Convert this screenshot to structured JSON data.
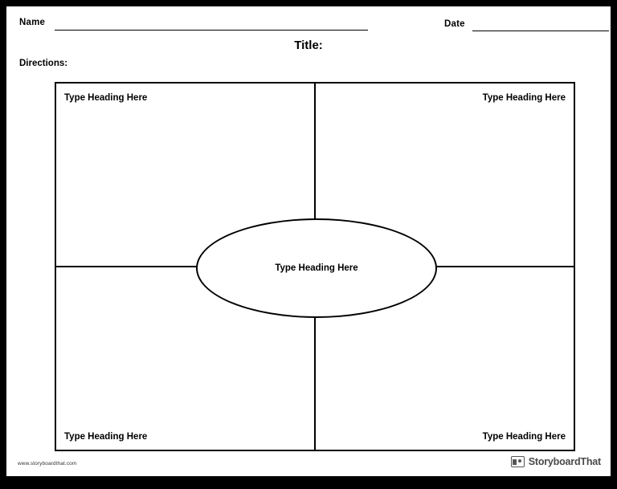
{
  "header": {
    "name_label": "Name",
    "date_label": "Date"
  },
  "title": "Title:",
  "directions_label": "Directions:",
  "chart": {
    "center_label": "Type Heading Here",
    "quadrants": [
      {
        "position": "top-left",
        "label": "Type Heading Here"
      },
      {
        "position": "top-right",
        "label": "Type Heading Here"
      },
      {
        "position": "bottom-left",
        "label": "Type Heading Here"
      },
      {
        "position": "bottom-right",
        "label": "Type Heading Here"
      }
    ]
  },
  "footer": {
    "url": "www.storyboardthat.com",
    "brand_prefix": "Storyboard",
    "brand_suffix": "That",
    "brand_full": "StoryboardThat"
  }
}
